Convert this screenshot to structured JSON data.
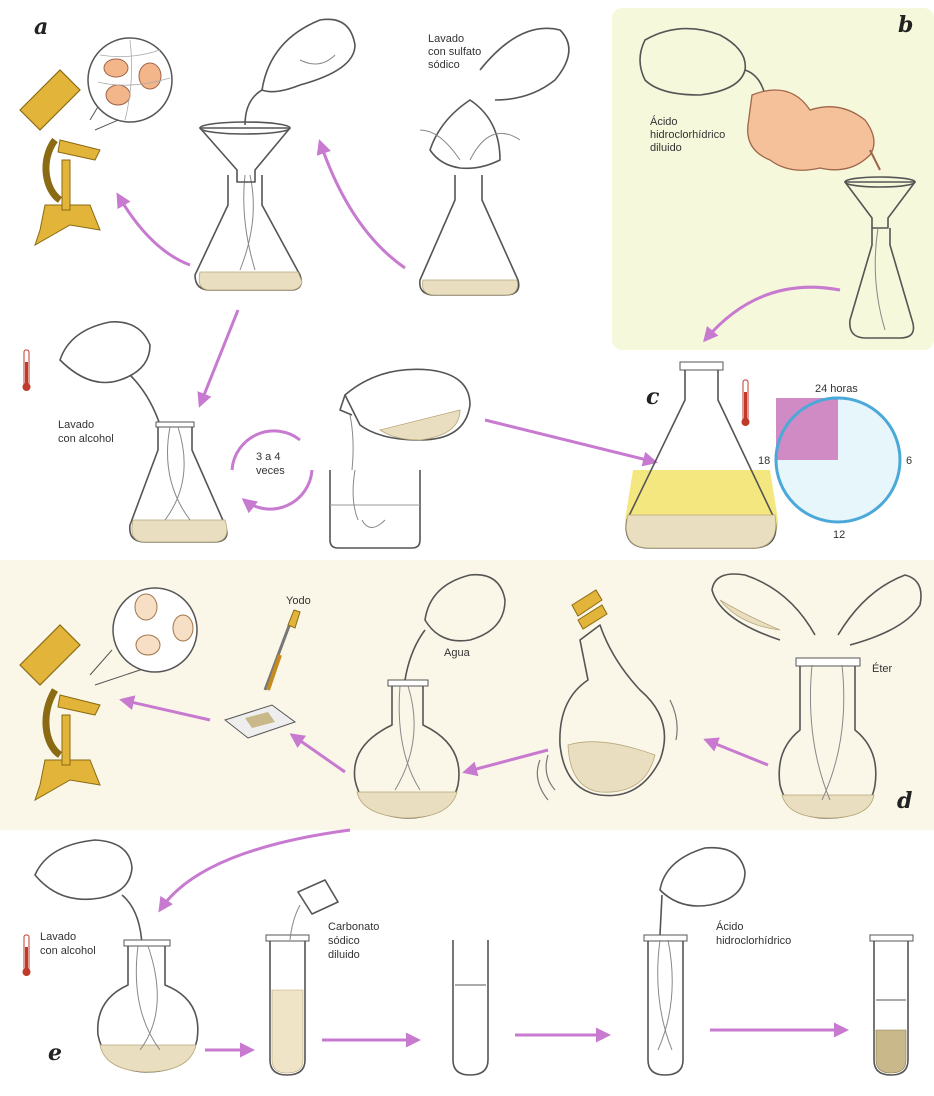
{
  "panels": {
    "a": "a",
    "b": "b",
    "c": "c",
    "d": "d",
    "e": "e"
  },
  "labels": {
    "lavado_sulfato": [
      "Lavado",
      "con sulfato",
      "sódico"
    ],
    "acido_clorhidrico_b": [
      "Ácido",
      "hidroclorhídrico",
      "diluido"
    ],
    "lavado_alcohol_a": [
      "Lavado",
      "con alcohol"
    ],
    "veces": [
      "3 a 4",
      "veces"
    ],
    "clock_24": "24 horas",
    "clock_6": "6",
    "clock_12": "12",
    "clock_18": "18",
    "yodo": "Yodo",
    "agua": "Agua",
    "eter": "Éter",
    "lavado_alcohol_e": [
      "Lavado",
      "con alcohol"
    ],
    "carbonato": [
      "Carbonato",
      "sódico",
      "diluido"
    ],
    "acido_e": [
      "Ácido",
      "hidroclorhídrico"
    ]
  },
  "colors": {
    "arrow": "#c77ad0",
    "panel_b_bg": "#f6f8dc",
    "panel_d_bg": "#fbf7e8",
    "cell_fill": "#f3b58a",
    "cell_d_fill": "#f7dfc5",
    "funnel_peach": "#f5c19a",
    "microscope": "#e2b43a",
    "yellow_liquid": "#f3e36a",
    "clock_fill": "#e6f6fb",
    "clock_stroke": "#4aa9d8",
    "clock_sector": "#d08bc4",
    "thermometer": "#c0392b"
  },
  "icons": [
    "microscope-icon",
    "erlenmeyer-flask-icon",
    "funnel-icon",
    "round-flask-icon",
    "test-tube-icon",
    "thermometer-icon",
    "dropper-icon",
    "clock-icon",
    "separatory-funnel-icon",
    "beaker-icon"
  ]
}
